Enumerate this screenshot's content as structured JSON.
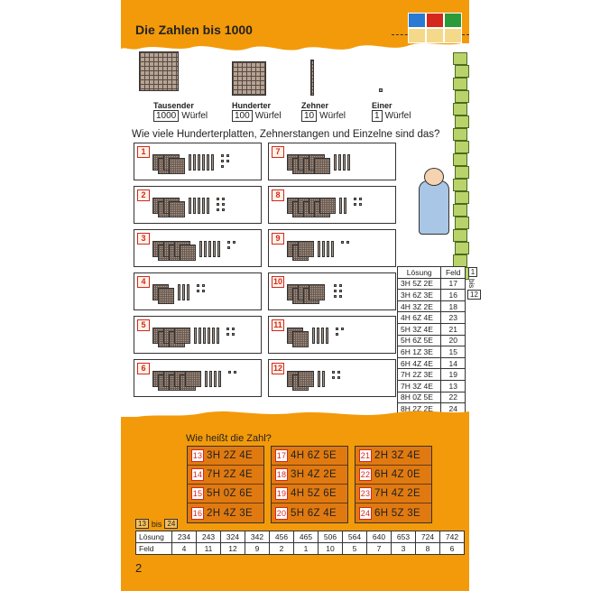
{
  "header": {
    "title": "Die Zahlen bis 1000"
  },
  "blocks": [
    {
      "label": "Tausender",
      "count": "1000",
      "unit": "Würfel"
    },
    {
      "label": "Hunderter",
      "count": "100",
      "unit": "Würfel"
    },
    {
      "label": "Zehner",
      "count": "10",
      "unit": "Würfel"
    },
    {
      "label": "Einer",
      "count": "1",
      "unit": "Würfel"
    }
  ],
  "question1": "Wie viele Hunderterplatten, Zehnerstangen und Einzelne sind das?",
  "panels": [
    {
      "n": "1",
      "h": 4,
      "z": 6,
      "e": 5
    },
    {
      "n": "2",
      "h": 4,
      "z": 5,
      "e": 6
    },
    {
      "n": "3",
      "h": 6,
      "z": 5,
      "e": 3
    },
    {
      "n": "4",
      "h": 2,
      "z": 3,
      "e": 4
    },
    {
      "n": "5",
      "h": 5,
      "z": 6,
      "e": 4
    },
    {
      "n": "6",
      "h": 7,
      "z": 4,
      "e": 2
    },
    {
      "n": "7",
      "h": 6,
      "z": 4,
      "e": 0
    },
    {
      "n": "8",
      "h": 7,
      "z": 2,
      "e": 4
    },
    {
      "n": "9",
      "h": 3,
      "z": 4,
      "e": 2
    },
    {
      "n": "10",
      "h": 5,
      "z": 0,
      "e": 6
    },
    {
      "n": "11",
      "h": 2,
      "z": 4,
      "e": 3
    },
    {
      "n": "12",
      "h": 3,
      "z": 2,
      "e": 4
    }
  ],
  "solution_table": {
    "headers": [
      "Lösung",
      "Feld"
    ],
    "rows": [
      [
        "3H 5Z 2E",
        "17"
      ],
      [
        "3H 6Z 3E",
        "16"
      ],
      [
        "4H 3Z 2E",
        "18"
      ],
      [
        "4H 6Z 4E",
        "23"
      ],
      [
        "5H 3Z 4E",
        "21"
      ],
      [
        "5H 6Z 5E",
        "20"
      ],
      [
        "6H 1Z 3E",
        "15"
      ],
      [
        "6H 4Z 4E",
        "14"
      ],
      [
        "7H 2Z 3E",
        "19"
      ],
      [
        "7H 3Z 4E",
        "13"
      ],
      [
        "8H 0Z 5E",
        "22"
      ],
      [
        "8H 2Z 2E",
        "24"
      ]
    ],
    "range_from": "1",
    "range_word": "bis",
    "range_to": "12"
  },
  "question2": "Wie heißt die Zahl?",
  "groups": [
    [
      {
        "n": "13",
        "t": "3H 2Z 4E"
      },
      {
        "n": "14",
        "t": "7H 2Z 4E"
      },
      {
        "n": "15",
        "t": "5H 0Z 6E"
      },
      {
        "n": "16",
        "t": "2H 4Z 3E"
      }
    ],
    [
      {
        "n": "17",
        "t": "4H 6Z 5E"
      },
      {
        "n": "18",
        "t": "3H 4Z 2E"
      },
      {
        "n": "19",
        "t": "4H 5Z 6E"
      },
      {
        "n": "20",
        "t": "5H 6Z 4E"
      }
    ],
    [
      {
        "n": "21",
        "t": "2H 3Z 4E"
      },
      {
        "n": "22",
        "t": "6H 4Z 0E"
      },
      {
        "n": "23",
        "t": "7H 4Z 2E"
      },
      {
        "n": "24",
        "t": "6H 5Z 3E"
      }
    ]
  ],
  "bottom_range": {
    "from": "13",
    "word": "bis",
    "to": "24"
  },
  "bottom_table": {
    "row_labels": [
      "Lösung",
      "Feld"
    ],
    "loesung": [
      "234",
      "243",
      "324",
      "342",
      "456",
      "465",
      "506",
      "564",
      "640",
      "653",
      "724",
      "742"
    ],
    "feld": [
      "4",
      "11",
      "12",
      "9",
      "2",
      "1",
      "10",
      "5",
      "7",
      "3",
      "8",
      "6"
    ]
  },
  "page_number": "2",
  "colors": {
    "orange": "#f39a0a",
    "red": "#d4281e",
    "green": "#b9d36a"
  }
}
